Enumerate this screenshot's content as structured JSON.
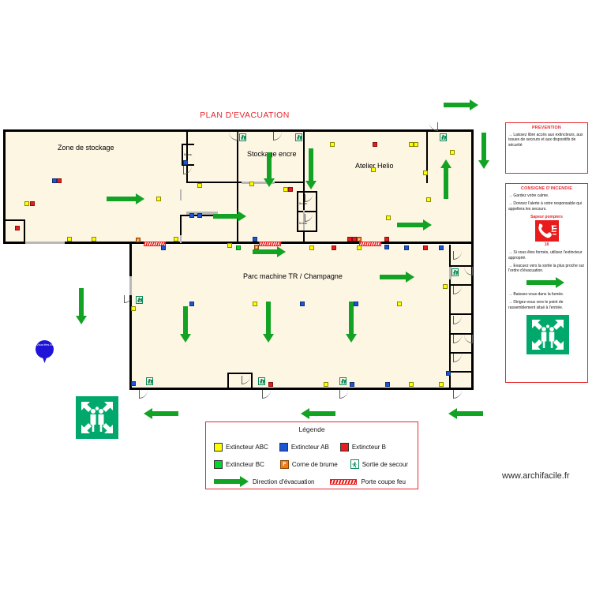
{
  "page": {
    "title": "PLAN D'EVACUATION",
    "website": "www.archifacile.fr",
    "title_color": "#e8272c"
  },
  "floorplan": {
    "rooms": [
      {
        "label": "Zone de stockage"
      },
      {
        "label": "Stockage encre"
      },
      {
        "label": "Atelier Helio"
      },
      {
        "label": "Parc machine TR / Champagne"
      },
      {
        "label": "Bureau"
      },
      {
        "label": "Bureau"
      },
      {
        "label": "Bureau"
      }
    ],
    "you_are_here": "Vous êtes ici"
  },
  "prevention": {
    "title": "PREVENTION",
    "lines": [
      "→ Laissez libre accès aux extincteurs, aux issues de secours et aux dispositifs de sécurité"
    ]
  },
  "consigne": {
    "title": "CONSIGNE D'INCENDIE",
    "line1": "→ Gardez votre calme.",
    "line2": "→ Donnez l'alerte à votre responsable qui appellera les secours.",
    "pompiers_title": "Sapeur pompiers",
    "pompiers_number": "18",
    "line3": "→ Si vous êtes formés, utilisez l'extincteur approprié.",
    "line4": "→ Evacuez vers la sortie la plus proche sur l'ordre d'évacuation.",
    "line5": "→ Baissez-vous dans la fumée.",
    "line6": "→ Dirigez-vous vers le point de rassemblement situé à l'entrée."
  },
  "legend": {
    "title": "Légende",
    "items": [
      {
        "name": "extincteur-abc",
        "label": "Extincteur ABC",
        "color": "#ffff00"
      },
      {
        "name": "extincteur-ab",
        "label": "Extincteur AB",
        "color": "#1b56d6"
      },
      {
        "name": "extincteur-b",
        "label": "Extincteur B",
        "color": "#e81c1c"
      },
      {
        "name": "extincteur-bc",
        "label": "Extincteur BC",
        "color": "#00d62b"
      },
      {
        "name": "corne-de-brume",
        "label": "Corne de brume",
        "color": "#ef7d18",
        "glyph": "F"
      },
      {
        "name": "sortie-de-secours",
        "label": "Sortie de secour",
        "color": "#0b8a5e"
      },
      {
        "name": "direction-evacuation",
        "label": "Direction d'évacuation",
        "color": "#13a324"
      },
      {
        "name": "porte-coupe-feu",
        "label": "Porte coupe feu",
        "color": "#e81c1c"
      }
    ]
  }
}
